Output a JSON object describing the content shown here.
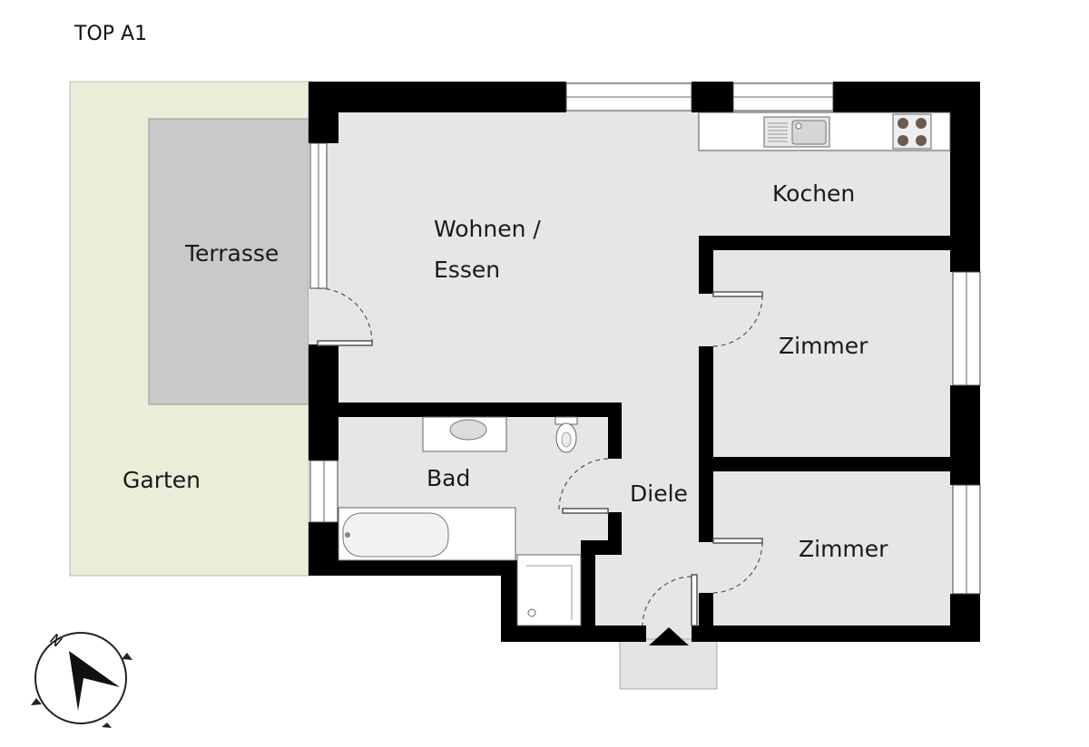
{
  "title": "TOP A1",
  "rooms": {
    "terrasse": "Terrasse",
    "garten": "Garten",
    "wohnen_line1": "Wohnen /",
    "wohnen_line2": "Essen",
    "kochen": "Kochen",
    "zimmer1": "Zimmer",
    "zimmer2": "Zimmer",
    "bad": "Bad",
    "diele": "Diele"
  },
  "compass": {
    "north_label": "N"
  },
  "colors": {
    "garden": "#e8eed8",
    "terrace": "#c9c9c9",
    "floor": "#e6e6e6",
    "wall": "#000000",
    "entrance": "#e3e3e3"
  }
}
